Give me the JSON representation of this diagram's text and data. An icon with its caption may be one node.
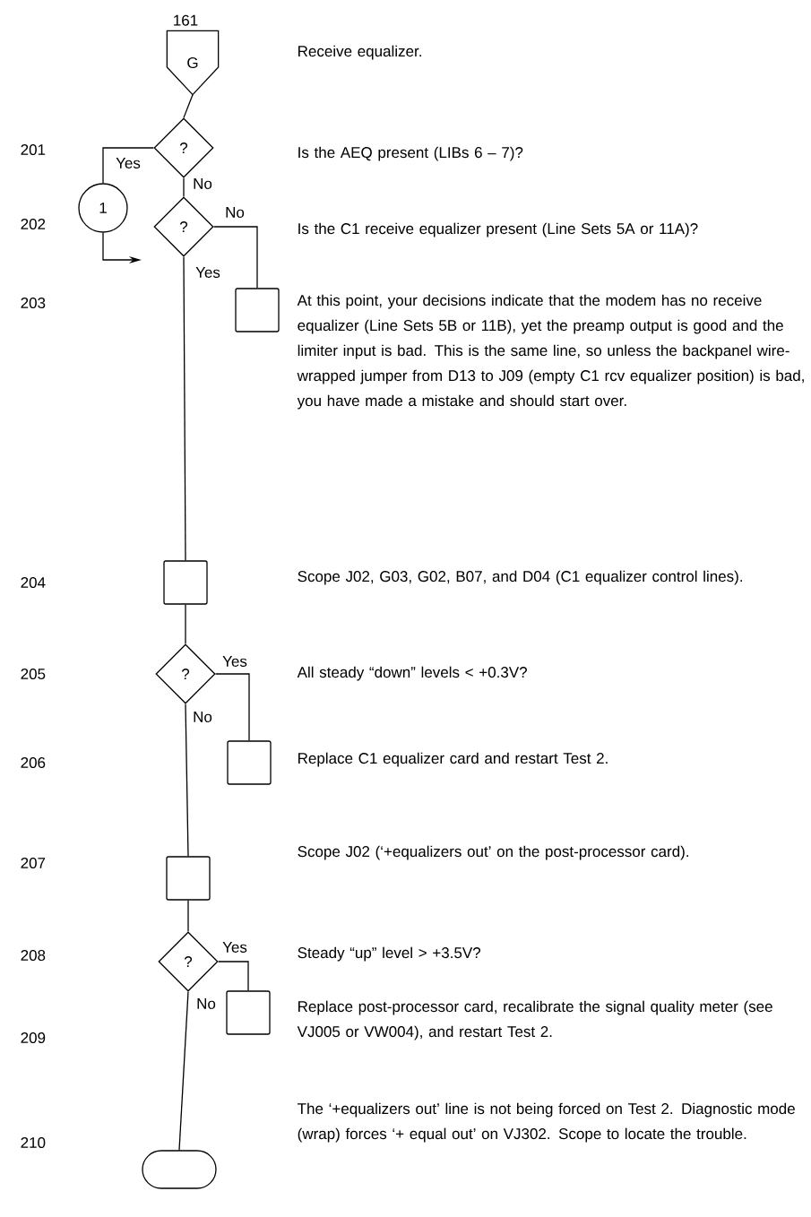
{
  "diagram": {
    "nodes": [
      {
        "text": [
          "G"
        ],
        "beside": [
          "161"
        ]
      },
      {
        "text": [
          "?"
        ]
      },
      {
        "text": [
          "1"
        ]
      },
      {
        "text": [
          "?"
        ]
      },
      {
        "text": [],
        "shape": "box"
      },
      {
        "text": [],
        "shape": "box"
      },
      {
        "text": [
          "?"
        ]
      },
      {
        "text": [],
        "shape": "box"
      },
      {
        "text": [],
        "shape": "box"
      },
      {
        "text": [
          "?"
        ]
      },
      {
        "text": [],
        "shape": "box"
      },
      {
        "text": [],
        "shape": "oval"
      }
    ],
    "edges": [
      {
        "from": 0,
        "to": 1,
        "arrow": "none"
      },
      {
        "from": 1,
        "to": 2,
        "arrow": "none",
        "label": "Yes"
      },
      {
        "from": 1,
        "to": 3,
        "arrow": "none",
        "label": "No"
      },
      {
        "from": 3,
        "to": 4,
        "arrow": "none",
        "label": "No"
      },
      {
        "from": 3,
        "to": 5,
        "arrow": "none",
        "label": "Yes"
      },
      {
        "from": 2,
        "to": null,
        "arrow": "to"
      },
      {
        "from": 5,
        "to": 6,
        "arrow": "none"
      },
      {
        "from": 6,
        "to": 7,
        "arrow": "none",
        "label": "Yes"
      },
      {
        "from": 6,
        "to": 8,
        "arrow": "none",
        "label": "No"
      },
      {
        "from": 8,
        "to": 9,
        "arrow": "none"
      },
      {
        "from": 9,
        "to": 10,
        "arrow": "none",
        "label": "Yes"
      },
      {
        "from": 9,
        "to": 11,
        "arrow": "none",
        "label": "No"
      }
    ],
    "labels": [
      "Receive equalizer.",
      "201",
      "Is the AEQ present (LIBs 6 – 7)?",
      "202",
      "Is the C1 receive equalizer present (Line Sets 5A or 11A)?",
      "203",
      "At this point, your decisions indicate that the modem has no receive equalizer (Line Sets 5B or 11B), yet the preamp output is good and the limiter input is bad.  This is the same line, so unless the backpanel wire-wrapped jumper from D13 to J09 (empty C1 rcv equalizer position) is bad, you have made a mistake and should start over.",
      "204",
      "Scope J02, G03, G02, B07, and D04 (C1 equalizer control lines).",
      "205",
      "All steady “down” levels < +0.3V?",
      "206",
      "Replace C1 equalizer card and restart Test 2.",
      "207",
      "Scope J02 (‘+equalizers out’ on the post-processor card).",
      "208",
      "Steady “up” level > +3.5V?",
      "209",
      "Replace post-processor card, recalibrate the signal quality meter (see VJ005 or VW004), and restart Test 2.",
      "210",
      "The ‘+equalizers out’ line is not being forced on Test 2.  Diagnostic mode (wrap) forces ‘+ equal out’ on VJ302.  Scope to locate the trouble."
    ]
  }
}
